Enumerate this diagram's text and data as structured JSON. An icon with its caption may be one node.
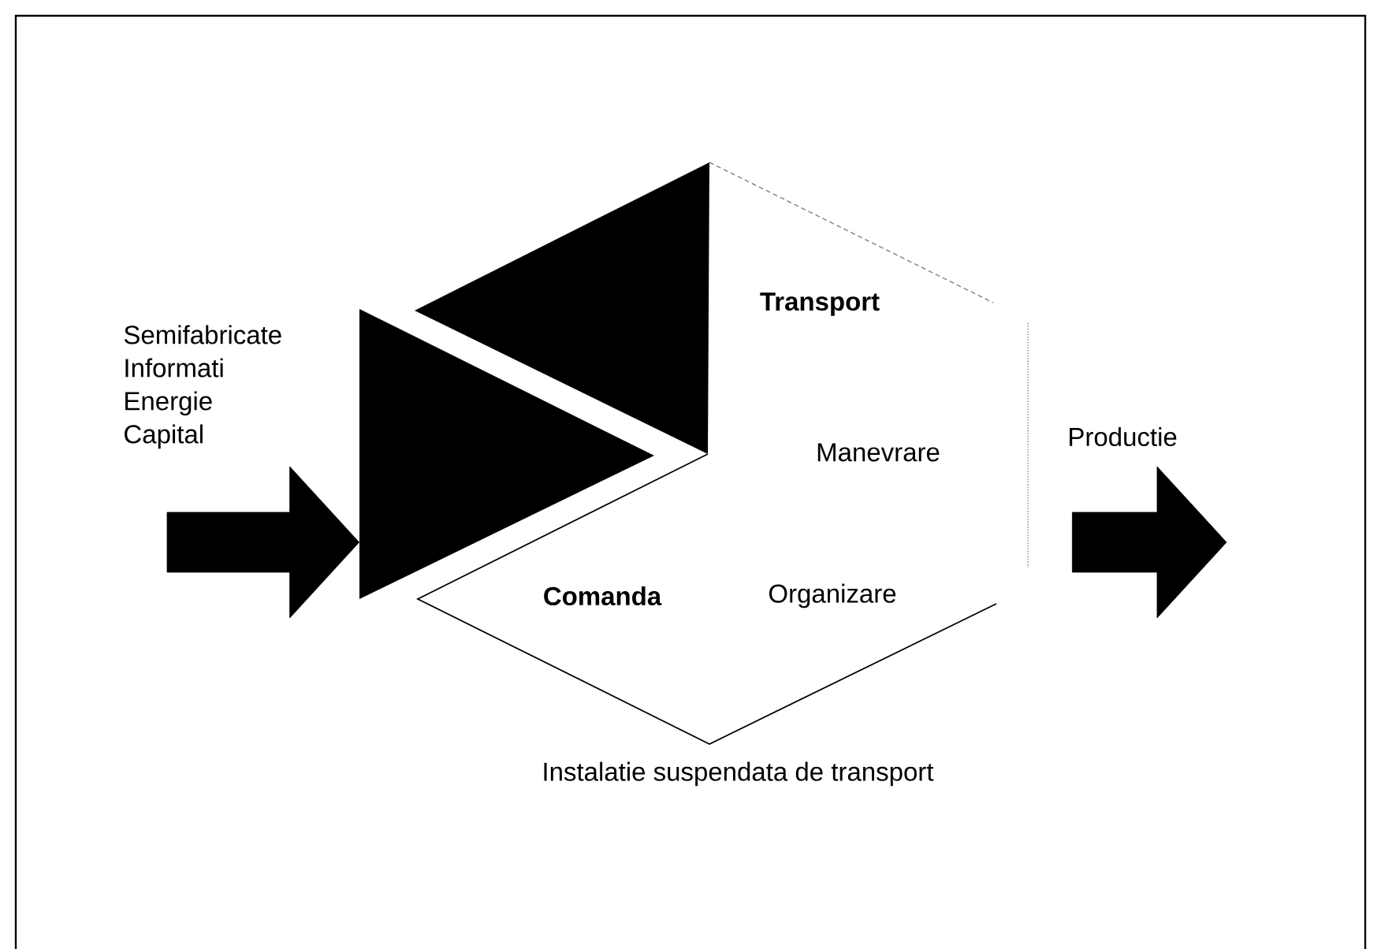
{
  "diagram": {
    "nodes": [
      {
        "text": [
          "Semifabricate",
          "Informati",
          "Energie",
          "Capital"
        ]
      },
      {
        "text": [
          "Transport",
          "Manevrare",
          "Comanda",
          "Organizare"
        ],
        "beside": [
          "Instalatie suspendata de transport"
        ]
      },
      {
        "text": [
          "Productie"
        ]
      }
    ],
    "edges": [
      {
        "from": 0,
        "to": 1,
        "arrow": "to"
      },
      {
        "from": 1,
        "to": 2,
        "arrow": "to"
      }
    ]
  }
}
